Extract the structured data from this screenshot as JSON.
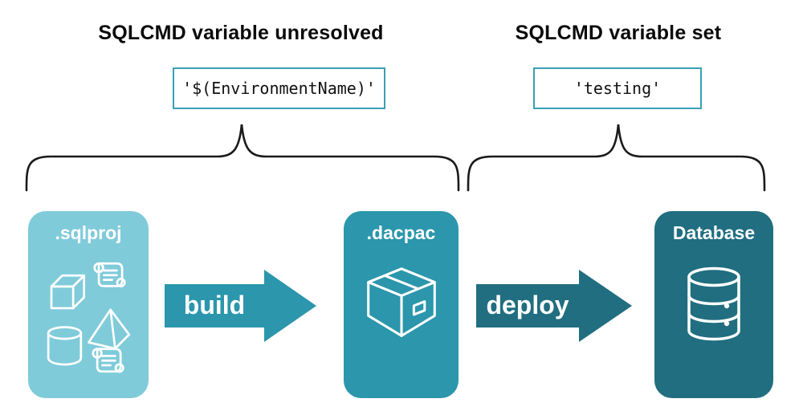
{
  "diagram": {
    "annotations": {
      "unresolved": {
        "title": "SQLCMD variable unresolved",
        "code": "'$(EnvironmentName)'"
      },
      "resolved": {
        "title": "SQLCMD variable set",
        "code": "'testing'"
      }
    },
    "pipeline": {
      "sqlproj": {
        "label": ".sqlproj"
      },
      "build": {
        "label": "build"
      },
      "dacpac": {
        "label": ".dacpac"
      },
      "deploy": {
        "label": "deploy"
      },
      "database": {
        "label": "Database"
      }
    }
  },
  "icons": {
    "sqlproj": [
      "cube-icon",
      "scroll-icon",
      "pyramid-icon",
      "cylinder-icon",
      "scroll-icon"
    ],
    "dacpac": "package-box-icon",
    "database": "database-cylinder-icon"
  },
  "colors": {
    "light_teal": "#7FCBDA",
    "medium_teal": "#2B96AC",
    "dark_teal": "#206E80",
    "box_border": "#39A0B5",
    "brace_stroke": "#1a1a1a",
    "text": "#0a0a0a",
    "icon_stroke": "#ffffff",
    "background": "#ffffff"
  }
}
